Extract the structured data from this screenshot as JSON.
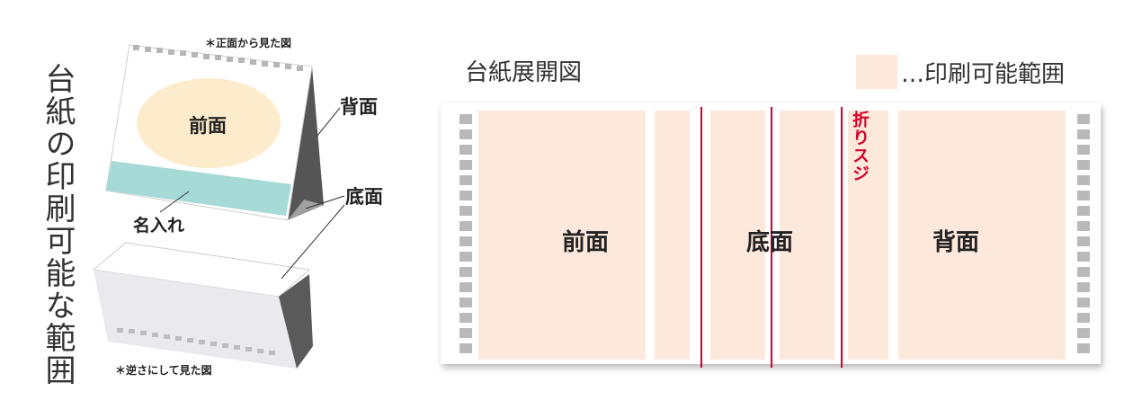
{
  "side_title": "台紙の印刷可能な範囲",
  "illustration": {
    "note_front": "＊正面から見た図",
    "note_back": "＊逆さにして見た図",
    "labels": {
      "front": "前面",
      "back": "背面",
      "bottom": "底面",
      "name_area": "名入れ"
    }
  },
  "diagram": {
    "title": "台紙展開図",
    "legend_text": "…印刷可能範囲",
    "fold_label": "折りスジ",
    "zones": {
      "front": "前面",
      "bottom": "底面",
      "back": "背面"
    }
  },
  "colors": {
    "printable": "#fde8dc",
    "fold_line": "#d4002a",
    "front_oval": "#fdeccb",
    "name_band": "#a6dad6",
    "binding_holes": "#b9b9b9"
  }
}
